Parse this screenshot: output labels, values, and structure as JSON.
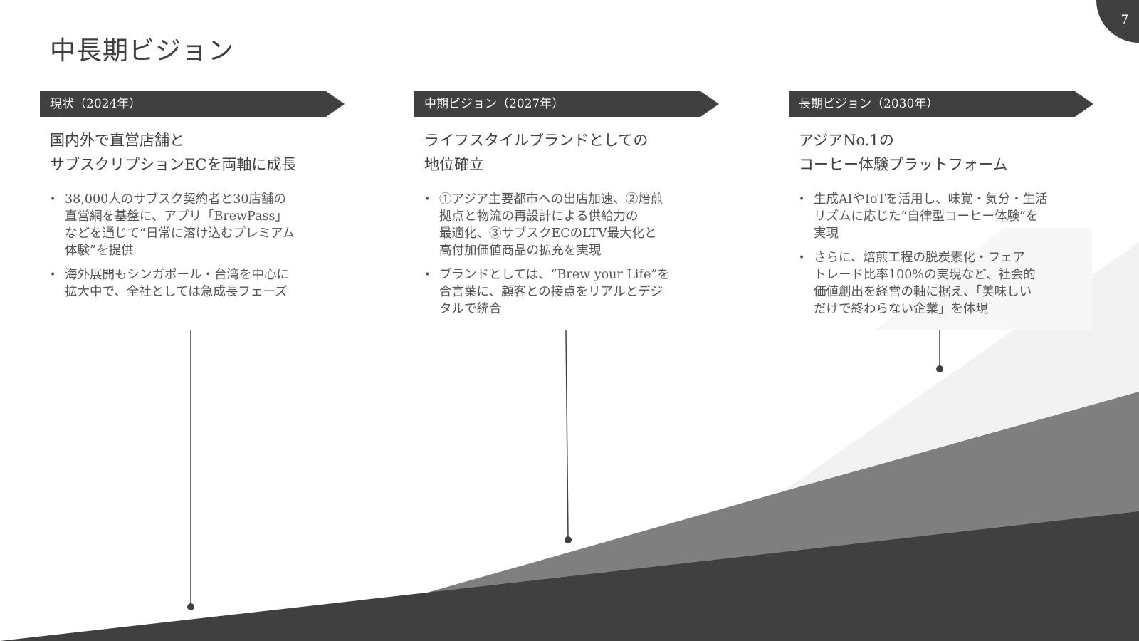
{
  "slide": {
    "title": "中長期ビジョン",
    "page_number": "7"
  },
  "colors": {
    "dark": "#404040",
    "mid": "#7f7f7f",
    "light": "#f2f2f2",
    "text": "#404040",
    "body_text": "#555555",
    "background": "#ffffff"
  },
  "columns": [
    {
      "banner": "現状（2024年）",
      "headline": [
        "国内外で直営店舗と",
        "サブスクリプションECを両軸に成長"
      ],
      "bullets": [
        [
          "38,000人のサブスク契約者と30店舗の",
          "直営網を基盤に、アプリ「BrewPass」",
          "などを通じて“日常に溶け込むプレミアム",
          "体験”を提供"
        ],
        [
          "海外展開もシンガポール・台湾を中心に",
          "拡大中で、全社としては急成長フェーズ"
        ]
      ]
    },
    {
      "banner": "中期ビジョン（2027年）",
      "headline": [
        "ライフスタイルブランドとしての",
        "地位確立"
      ],
      "bullets": [
        [
          "①アジア主要都市への出店加速、②焙煎",
          "拠点と物流の再設計による供給力の",
          "最適化、③サブスクECのLTV最大化と",
          "高付加価値商品の拡充を実現"
        ],
        [
          "ブランドとしては、“Brew your Life”を",
          "合言葉に、顧客との接点をリアルとデジ",
          "タルで統合"
        ]
      ]
    },
    {
      "banner": "長期ビジョン（2030年）",
      "headline": [
        "アジアNo.1の",
        "コーヒー体験プラットフォーム"
      ],
      "bullets": [
        [
          "生成AIやIoTを活用し、味覚・気分・生活",
          "リズムに応じた“自律型コーヒー体験”を",
          "実現"
        ],
        [
          "さらに、焙煎工程の脱炭素化・フェア",
          "トレード比率100%の実現など、社会的",
          "価値創出を経営の軸に据え、「美味しい",
          "だけで終わらない企業」を体現"
        ]
      ]
    }
  ]
}
